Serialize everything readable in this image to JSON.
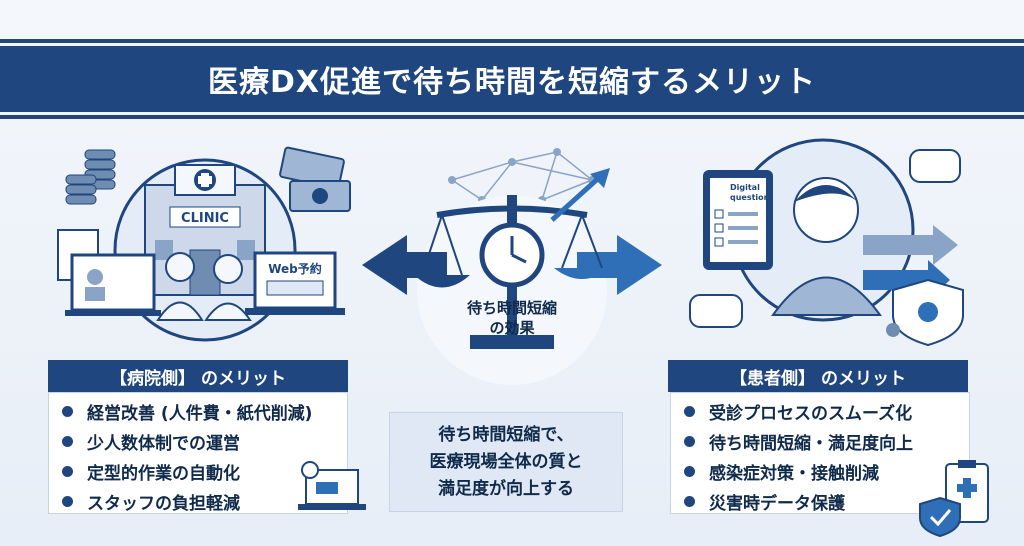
{
  "title": "医療DX促進で待ち時間を短縮するメリット",
  "center": {
    "scale_label_line1": "待ち時間短縮",
    "scale_label_line2": "の効果",
    "summary_line1": "待ち時間短縮で、",
    "summary_line2": "医療現場全体の質と",
    "summary_line3": "満足度が向上する"
  },
  "hospital_panel": {
    "heading": "【病院側】 のメリット",
    "items": [
      "経営改善 (人件費・紙代削減)",
      "少人数体制での運営",
      "定型的作業の自動化",
      "スタッフの負担軽減"
    ]
  },
  "patient_panel": {
    "heading": "【患者側】 のメリット",
    "items": [
      "受診プロセスのスムーズ化",
      "待ち時間短縮・満足度向上",
      "感染症対策・接触削減",
      "災害時データ保護"
    ]
  },
  "illustration_text": {
    "clinic_sign": "CLINIC",
    "web_booking": "Web予約",
    "tablet_line1": "Digital",
    "tablet_line2": "question"
  },
  "colors": {
    "navy": "#1f467f",
    "accent": "#2f6fb8",
    "light": "#dfe8f4"
  }
}
